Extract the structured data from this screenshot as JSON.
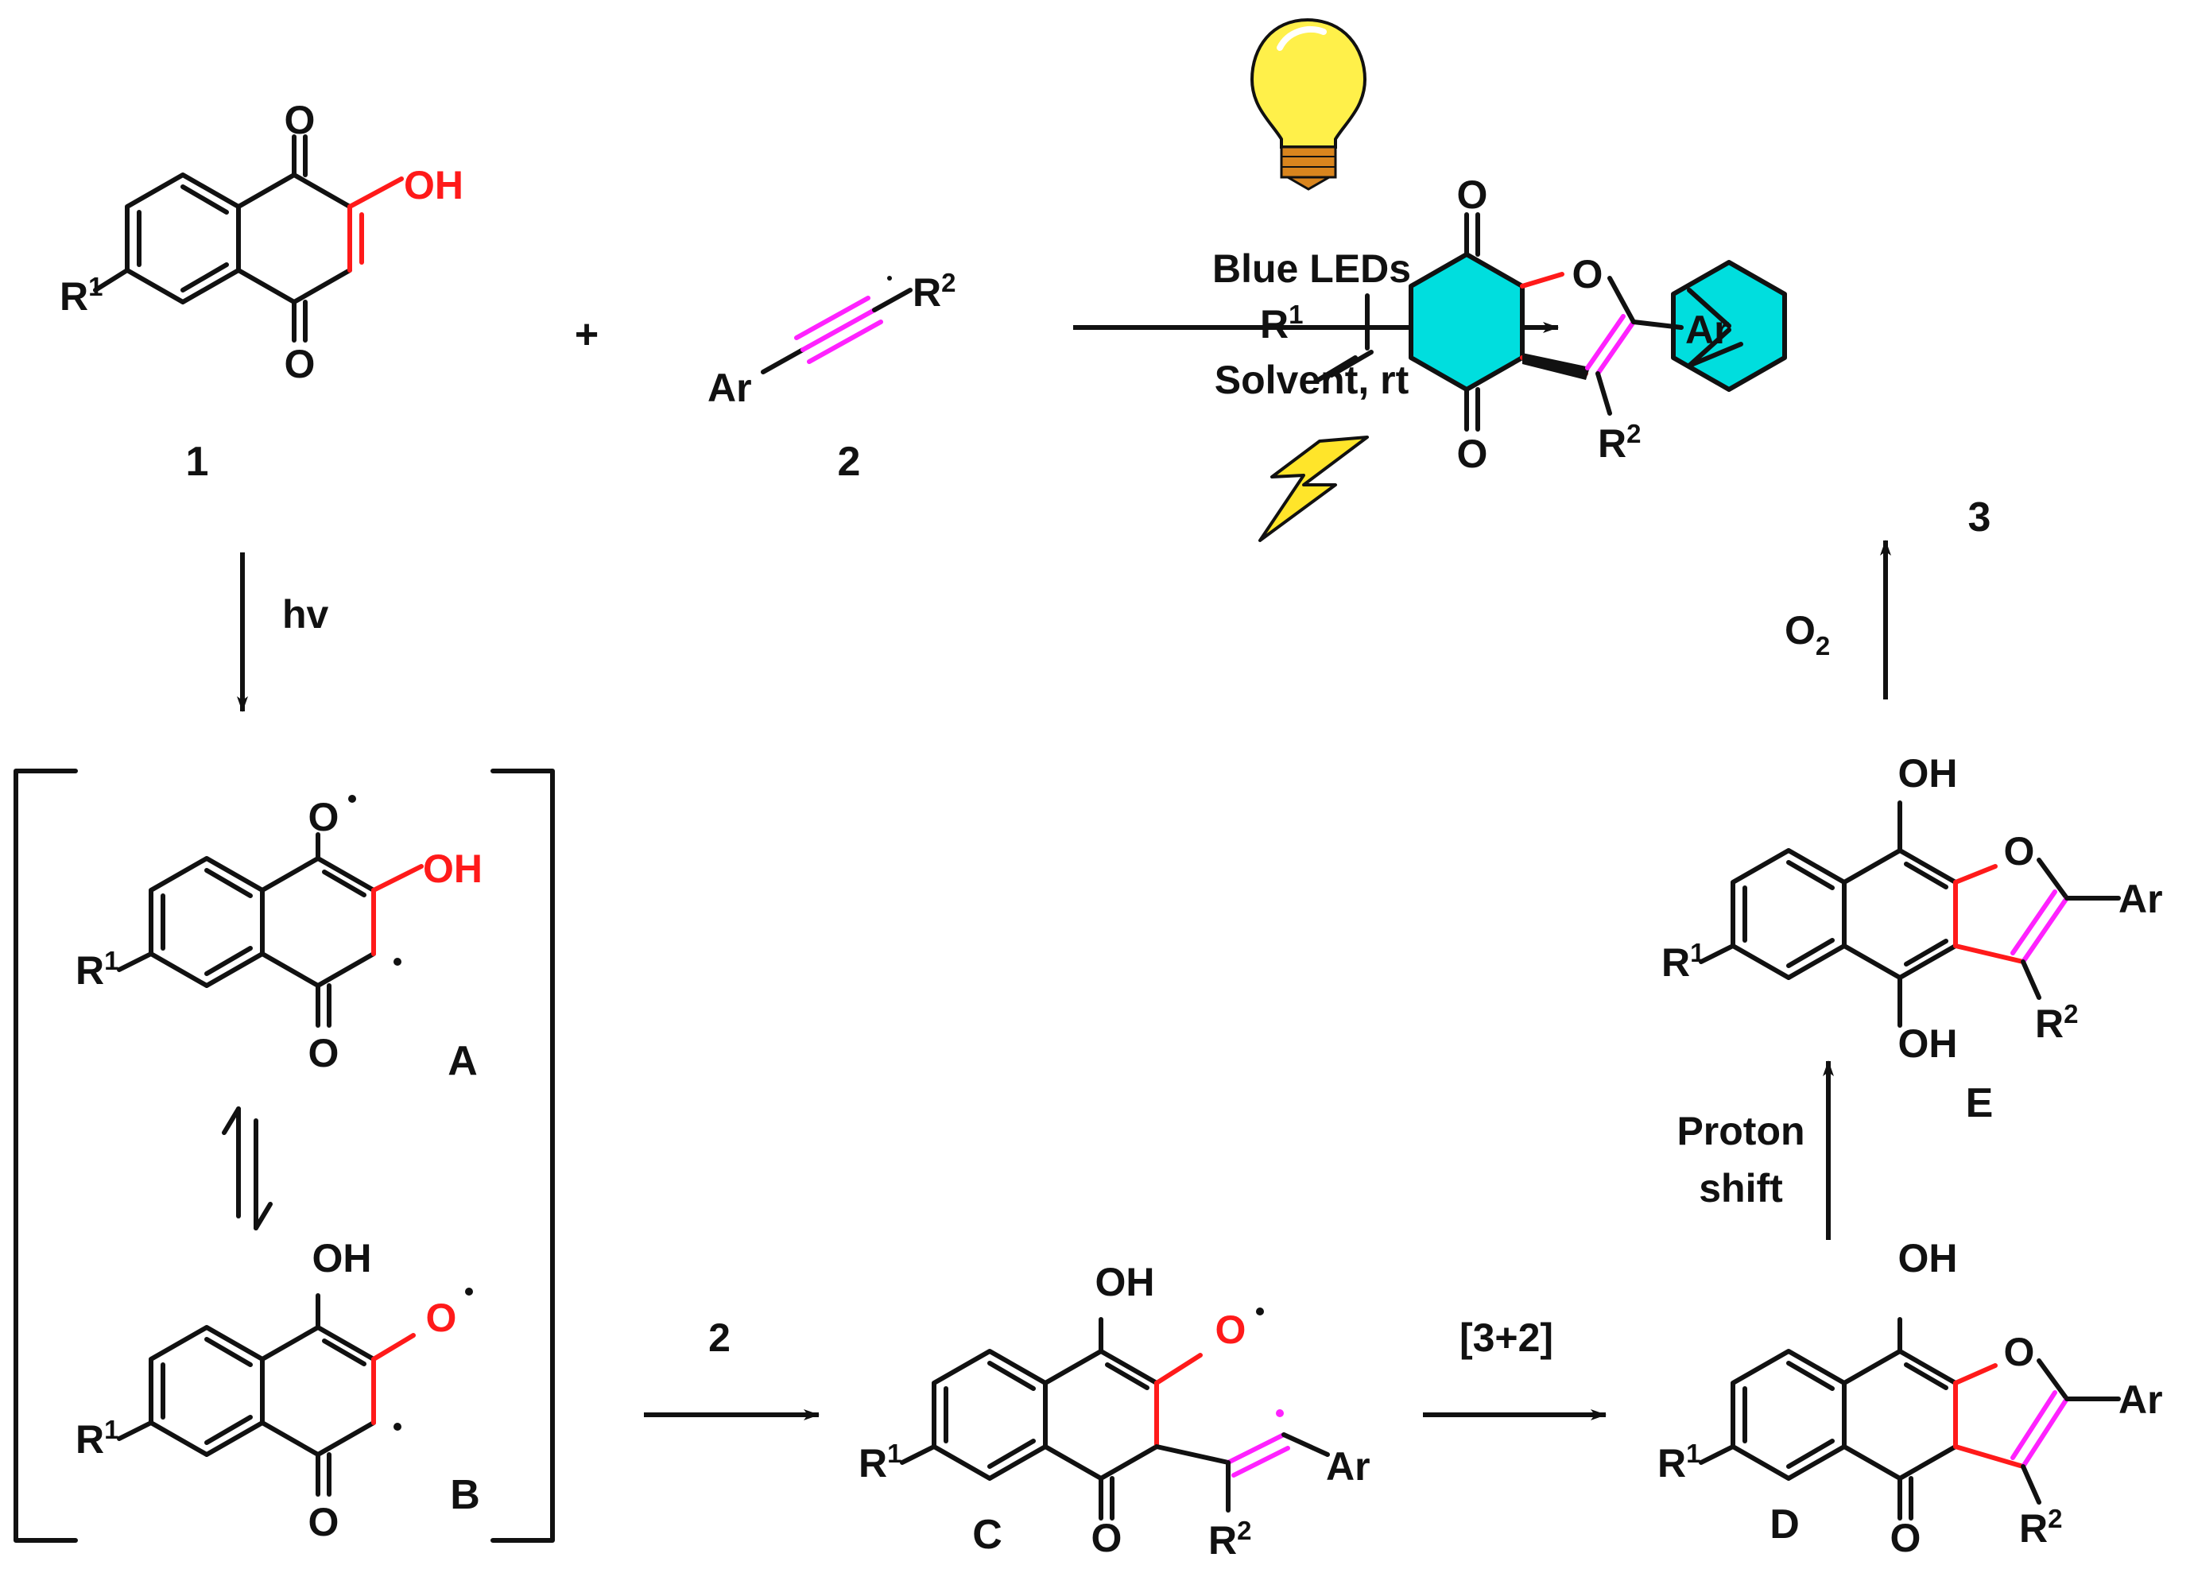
{
  "colors": {
    "bond": "#111111",
    "highlight_red": "#ff1a1a",
    "alkyne_magenta": "#ff22ff",
    "ring_cyan": "#00dede",
    "bulb_yellow": "#fff04a",
    "bulb_base": "#d9851e",
    "lightning_yellow": "#ffe52a"
  },
  "icons": [
    "light-bulb-icon",
    "lightning-bolt-icon"
  ],
  "compounds": {
    "c1": {
      "id": "1",
      "oh": "OH",
      "o_top": "O",
      "o_bottom": "O",
      "r": "R",
      "r_sup": "1"
    },
    "c2": {
      "id": "2",
      "ar": "Ar",
      "r": "R",
      "r_sup": "2"
    },
    "c3": {
      "id": "3",
      "o_top": "O",
      "o_bottom": "O",
      "o_ring": "O",
      "ar": "Ar",
      "r1": "R",
      "r1_sup": "1",
      "r2": "R",
      "r2_sup": "2"
    },
    "A": {
      "id": "A",
      "o_top": "O",
      "oh": "OH",
      "o_bottom": "O",
      "r": "R",
      "r_sup": "1"
    },
    "B": {
      "id": "B",
      "oh": "OH",
      "o_rad": "O",
      "o_bottom": "O",
      "r": "R",
      "r_sup": "1"
    },
    "C": {
      "id": "C",
      "oh": "OH",
      "o_rad": "O",
      "o_bottom": "O",
      "ar": "Ar",
      "r1": "R",
      "r1_sup": "1",
      "r2": "R",
      "r2_sup": "2"
    },
    "D": {
      "id": "D",
      "oh": "OH",
      "o_ring": "O",
      "o_bottom": "O",
      "ar": "Ar",
      "r1": "R",
      "r1_sup": "1",
      "r2": "R",
      "r2_sup": "2"
    },
    "E": {
      "id": "E",
      "oh_top": "OH",
      "oh_bottom": "OH",
      "o_ring": "O",
      "ar": "Ar",
      "r1": "R",
      "r1_sup": "1",
      "r2": "R",
      "r2_sup": "2"
    }
  },
  "conditions": {
    "plus": "+",
    "light": "Blue LEDs",
    "solvent": "Solvent, rt",
    "hv": "hv",
    "reagent_2": "2",
    "cycloaddition": "[3+2]",
    "proton_shift_line1": "Proton",
    "proton_shift_line2": "shift",
    "oxidant": "O",
    "oxidant_sub": "2"
  }
}
